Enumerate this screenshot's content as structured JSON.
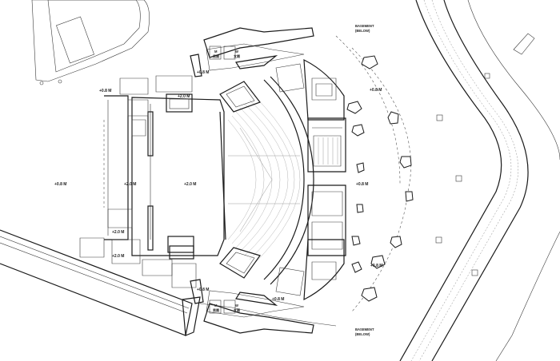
{
  "labels": {
    "level_plus_08": "+0.8 M",
    "level_plus_20": "+2.0 M",
    "basement_line1": "BASEMENT",
    "basement_line2": "(BELOW)",
    "wc_m": "M",
    "wc_w": "W",
    "wc_m_cjk": "男厕",
    "wc_w_cjk": "女厕"
  },
  "colors": {
    "background": "#ffffff",
    "line": "#1a1a1a",
    "faint": "#9a9a9a"
  }
}
